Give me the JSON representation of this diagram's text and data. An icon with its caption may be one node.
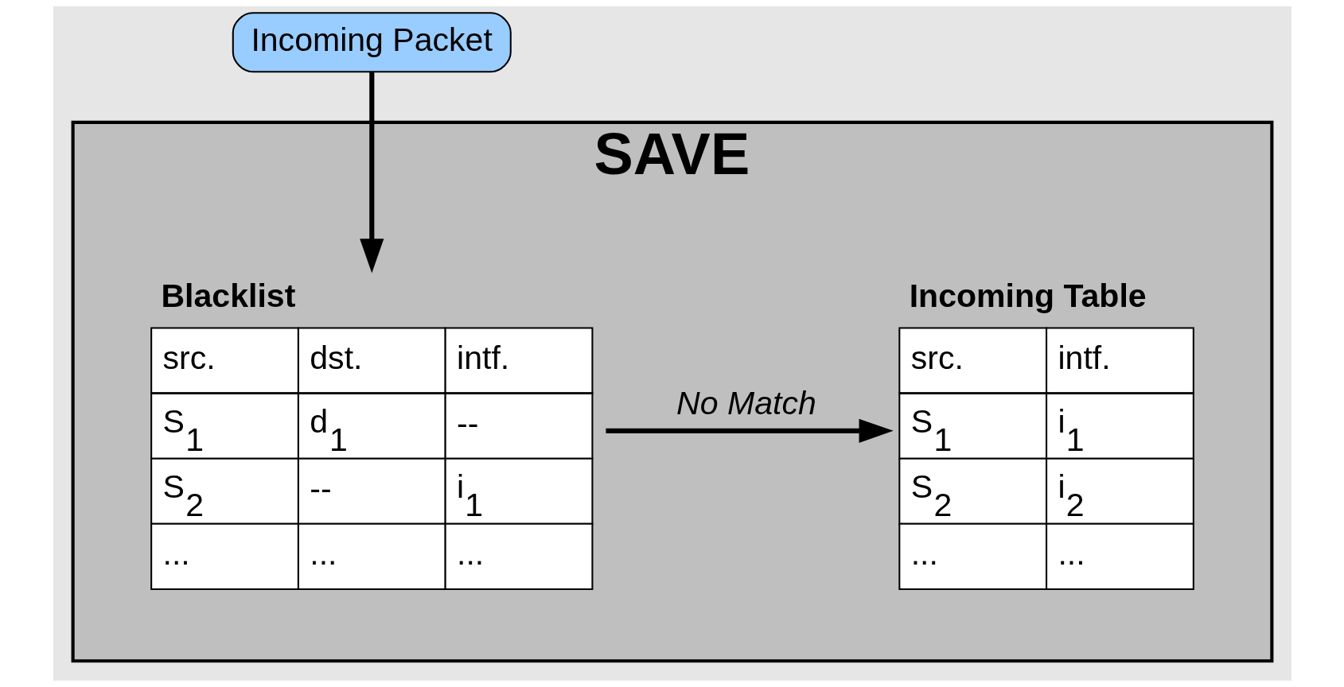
{
  "diagram": {
    "nodes": [
      {
        "text": [
          "Incoming Packet"
        ]
      },
      {
        "text": [
          "SAVE"
        ]
      },
      {
        "text": [
          "Blacklist",
          "src.",
          "dst.",
          "intf.",
          "S$_{1}$",
          "d$_{1}$",
          "--",
          "S$_{2}$",
          "--",
          "i$_{1}$",
          "...",
          "...",
          "..."
        ],
        "in": 1
      },
      {
        "text": [
          "Incoming Table",
          "src.",
          "intf.",
          "S$_{1}$",
          "i$_{1}$",
          "S$_{2}$",
          "i$_{2}$",
          "...",
          "..."
        ],
        "in": 1
      }
    ],
    "edges": [
      {
        "from": 0,
        "to": 2,
        "arrow": "to"
      },
      {
        "from": 2,
        "to": 3,
        "arrow": "to",
        "label": "No Match"
      }
    ]
  }
}
